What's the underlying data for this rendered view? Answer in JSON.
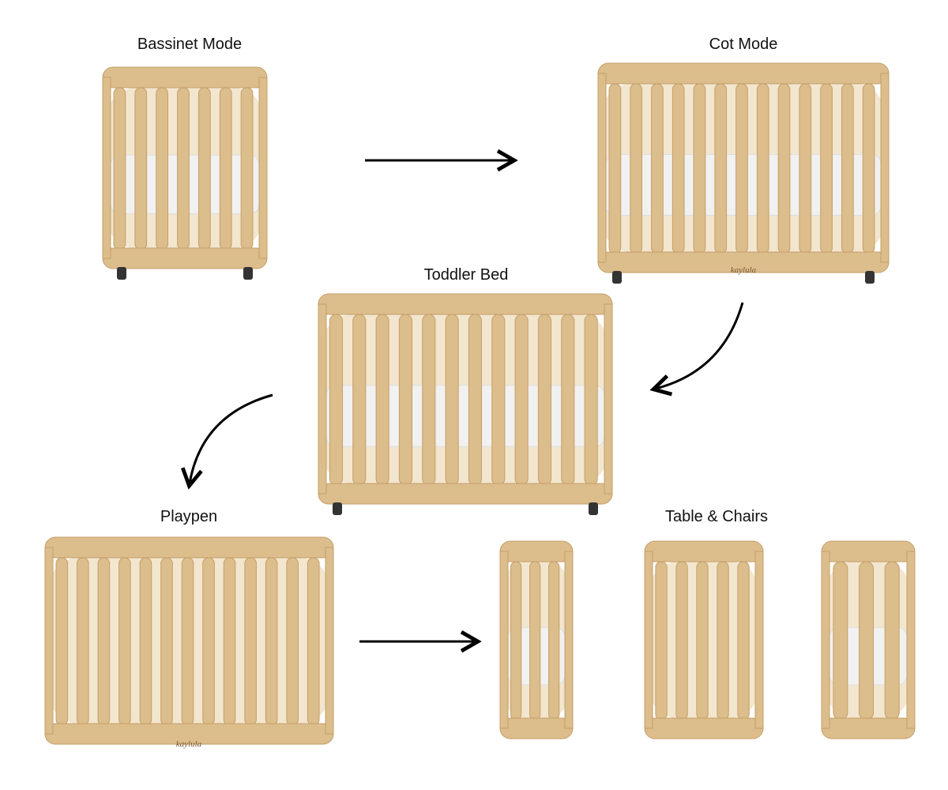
{
  "stages": [
    {
      "id": "bassinet",
      "label": "Bassinet Mode"
    },
    {
      "id": "cot",
      "label": "Cot Mode",
      "logo": "kaylula"
    },
    {
      "id": "toddler",
      "label": "Toddler Bed"
    },
    {
      "id": "playpen",
      "label": "Playpen",
      "logo": "kaylula"
    },
    {
      "id": "table",
      "label": "Table & Chairs"
    }
  ],
  "colors": {
    "wood": "#dcbd8c",
    "wood_dark": "#c59f68",
    "mattress": "#f1f1f1",
    "arrow": "#000000",
    "wheel": "#333333"
  }
}
